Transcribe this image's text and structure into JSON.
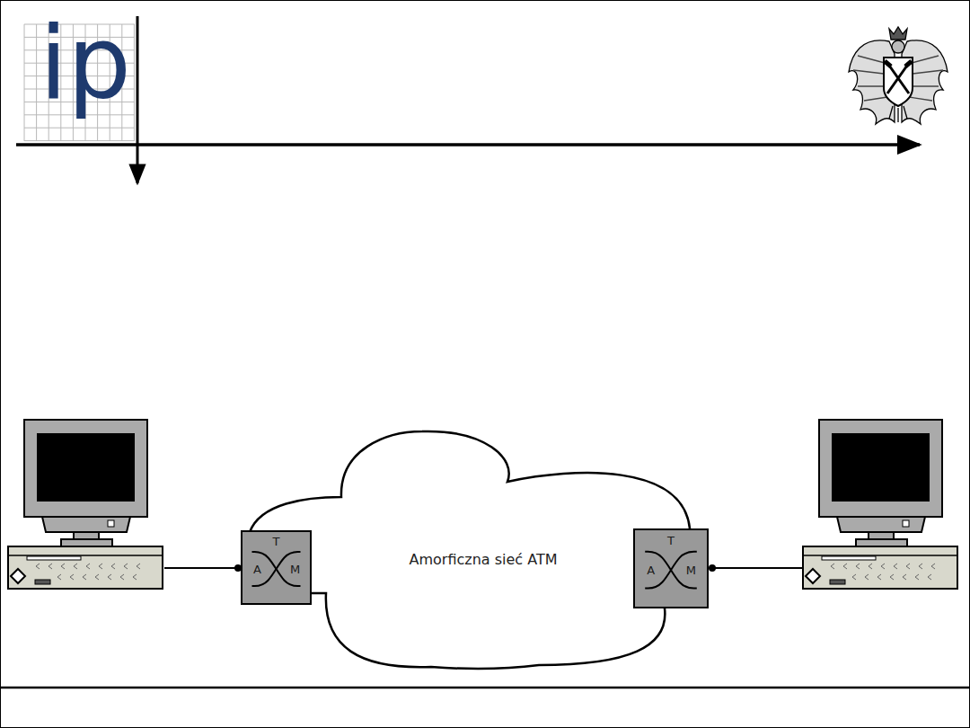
{
  "diagram": {
    "nodes": [
      {
        "text": [
          "T",
          "A",
          "M"
        ]
      },
      {
        "text": [
          "Amorficzna sieć ATM"
        ]
      },
      {
        "text": [
          "T",
          "A",
          "M"
        ]
      }
    ],
    "labels": [
      "ip"
    ]
  }
}
